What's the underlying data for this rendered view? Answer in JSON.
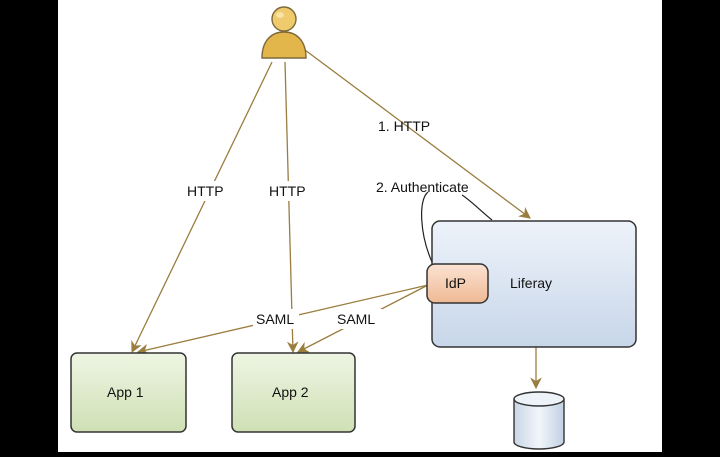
{
  "diagram": {
    "user": {
      "icon": "user-icon"
    },
    "edges": {
      "user_to_liferay": "1. HTTP",
      "authenticate": "2. Authenticate",
      "user_to_app1": "HTTP",
      "user_to_app2": "HTTP",
      "saml_to_app1": "SAML",
      "saml_to_app2": "SAML"
    },
    "nodes": {
      "app1": "App 1",
      "app2": "App 2",
      "liferay": "Liferay",
      "idp": "IdP",
      "database": {
        "icon": "database-icon"
      }
    },
    "colors": {
      "arrow": "#9a7d3f",
      "app_fill": "#dbe8c6",
      "liferay_fill": "#d5e1ef",
      "idp_fill": "#f4c9ad",
      "user_fill": "#e2b64a"
    }
  }
}
